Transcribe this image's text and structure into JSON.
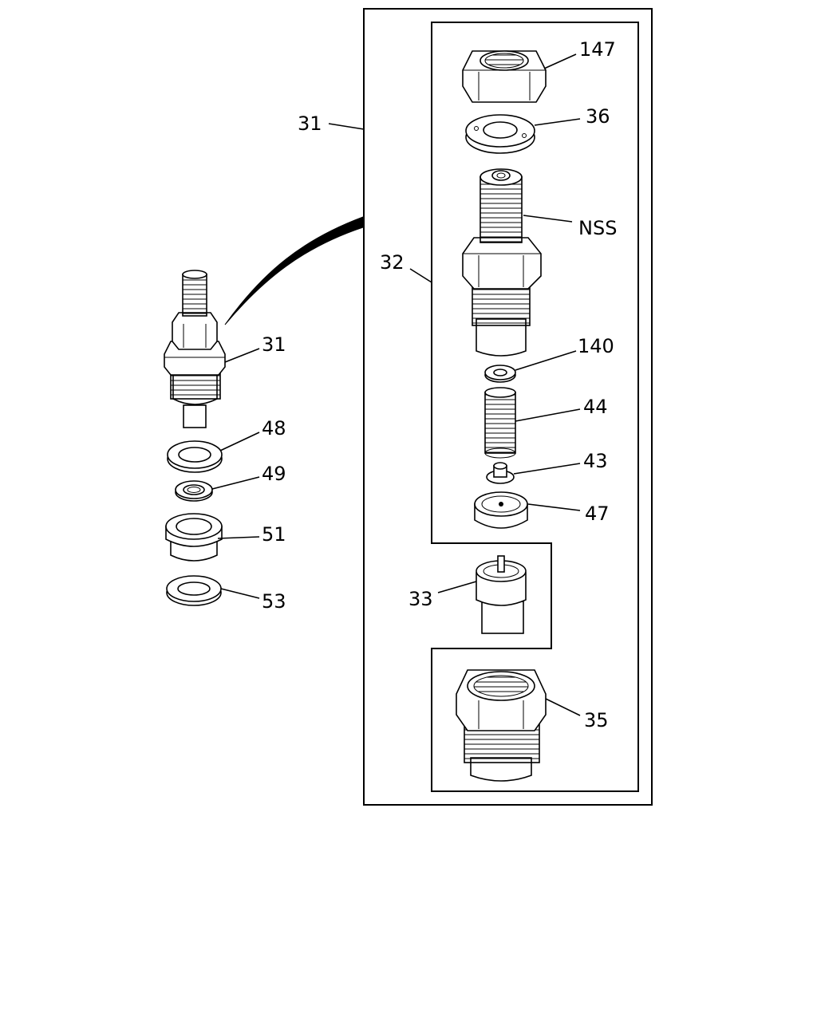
{
  "callouts": {
    "c147": "147",
    "c36": "36",
    "c31_box": "31",
    "cNSS": "NSS",
    "c32": "32",
    "c140": "140",
    "c44": "44",
    "c43": "43",
    "c47": "47",
    "c33": "33",
    "c35": "35",
    "c31": "31",
    "c48": "48",
    "c49": "49",
    "c51": "51",
    "c53": "53"
  }
}
